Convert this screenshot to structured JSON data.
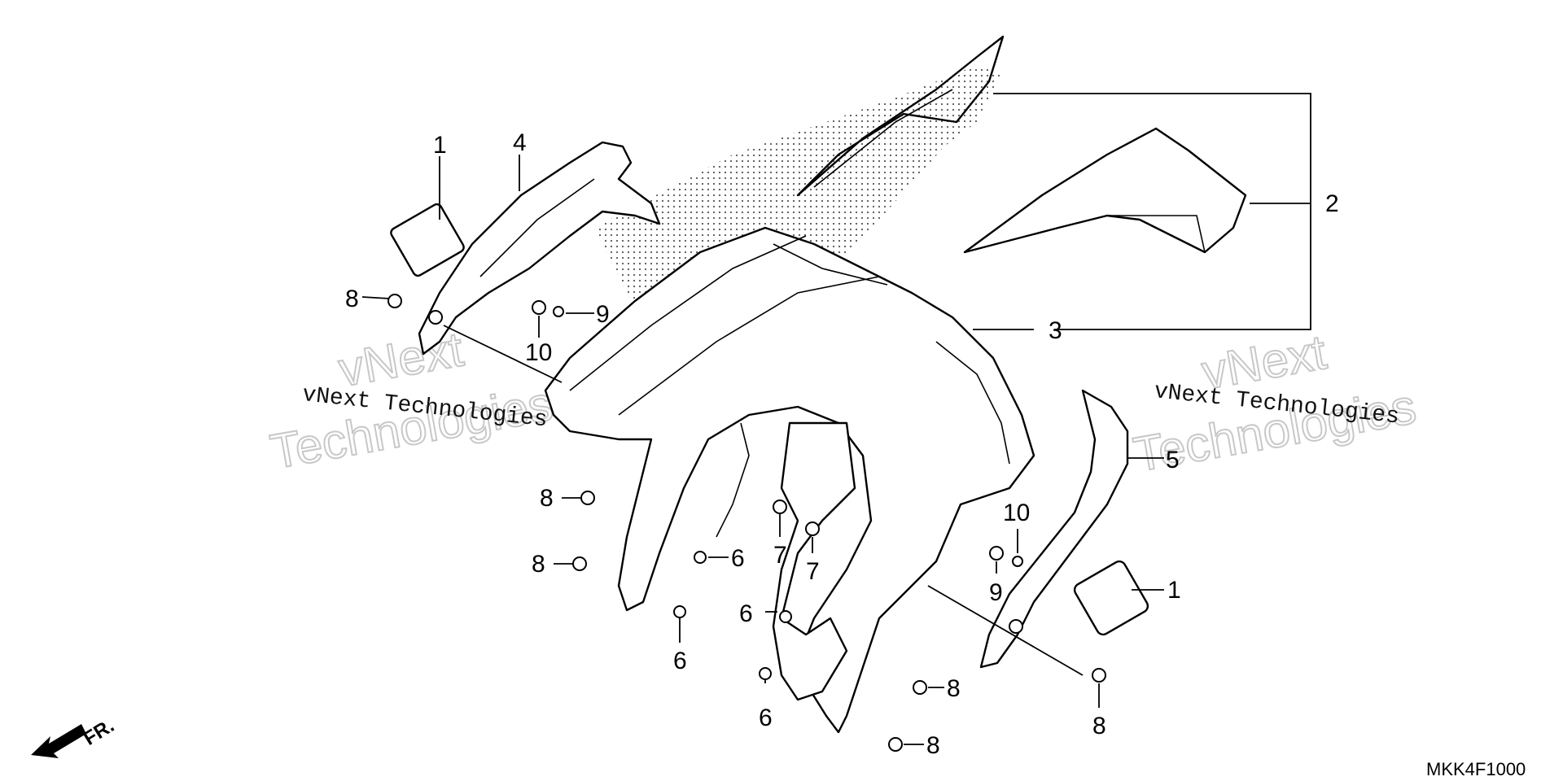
{
  "diagram": {
    "callouts": {
      "c1a": "1",
      "c1b": "1",
      "c2": "2",
      "c3": "3",
      "c4": "4",
      "c5": "5",
      "c6a": "6",
      "c6b": "6",
      "c6c": "6",
      "c6d": "6",
      "c7a": "7",
      "c7b": "7",
      "c8a": "8",
      "c8b": "8",
      "c8c": "8",
      "c8d": "8",
      "c8e": "8",
      "c8f": "8",
      "c9a": "9",
      "c9b": "9",
      "c10a": "10",
      "c10b": "10"
    },
    "watermarks": {
      "left_line": "vNext Technologies",
      "right_line": "vNext Technologies",
      "left_big_1": "vNext",
      "left_big_2": "Technologies",
      "right_big_1": "vNext",
      "right_big_2": "Technologies"
    },
    "direction_label": "FR.",
    "diagram_code": "MKK4F1000"
  }
}
